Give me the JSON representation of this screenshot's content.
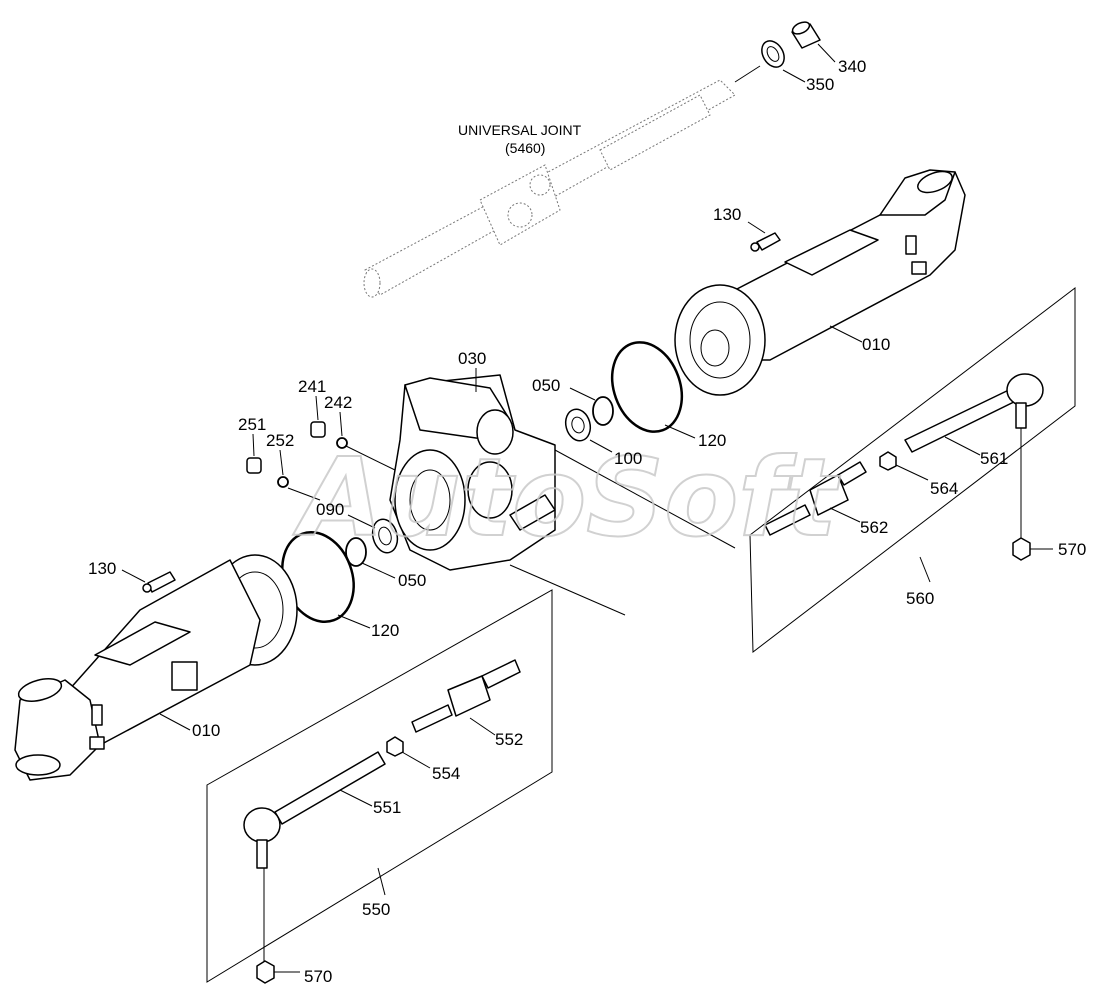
{
  "universal_joint": {
    "line1": "UNIVERSAL JOINT",
    "line2": "(5460)"
  },
  "watermark": "AutoSoft",
  "labels": {
    "p340": "340",
    "p350": "350",
    "p130_top": "130",
    "p010_top": "010",
    "p030": "030",
    "p050_top": "050",
    "p120_top": "120",
    "p100": "100",
    "p241": "241",
    "p242": "242",
    "p251": "251",
    "p252": "252",
    "p090": "090",
    "p050_bottom": "050",
    "p120_bottom": "120",
    "p130_left": "130",
    "p010_bottom": "010",
    "p561": "561",
    "p564": "564",
    "p562": "562",
    "p570_right": "570",
    "p560": "560",
    "p552": "552",
    "p554": "554",
    "p551": "551",
    "p550": "550",
    "p570_bottom": "570"
  }
}
